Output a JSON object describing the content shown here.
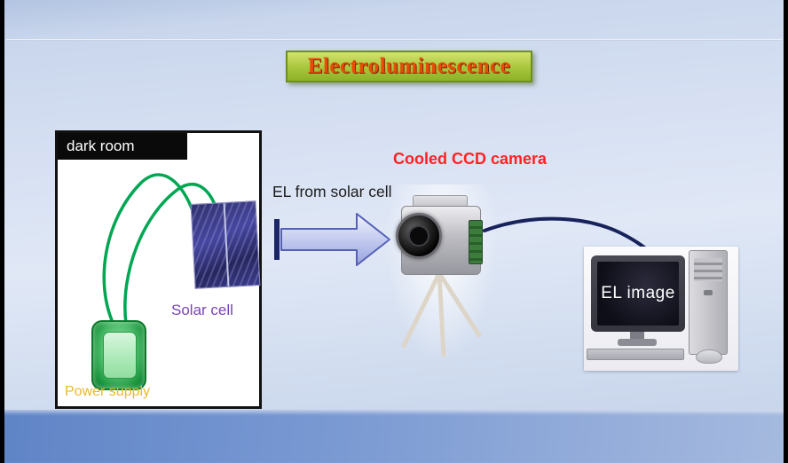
{
  "slide": {
    "title": "Electroluminescence",
    "dark_room": {
      "label": "dark room"
    },
    "solar_cell": {
      "label": "Solar cell"
    },
    "power_supply": {
      "label": "Power supply"
    },
    "arrow": {
      "label": "EL from solar cell"
    },
    "camera": {
      "label": "Cooled CCD camera"
    },
    "computer": {
      "screen_label": "EL image"
    },
    "colors": {
      "title_text": "#E84C0A",
      "title_banner_green": "#9CBE34",
      "solar_cell_label": "#7A44B8",
      "power_supply_label": "#EAB92C",
      "camera_label": "#FF2222",
      "wire_green": "#00A652",
      "cable_navy": "#18235C",
      "arrow_fill": "#C4CBF0",
      "arrow_outline": "#5560B5",
      "background_blue": "#D8E2F3",
      "bottom_band_blue": "#5F84C6"
    },
    "icons": [
      "solar-cell-image",
      "power-supply-image",
      "block-arrow-right-icon",
      "ccd-camera-image",
      "tripod-icon",
      "cable-line",
      "monitor-icon",
      "tower-icon",
      "keyboard-icon",
      "mouse-icon"
    ]
  }
}
